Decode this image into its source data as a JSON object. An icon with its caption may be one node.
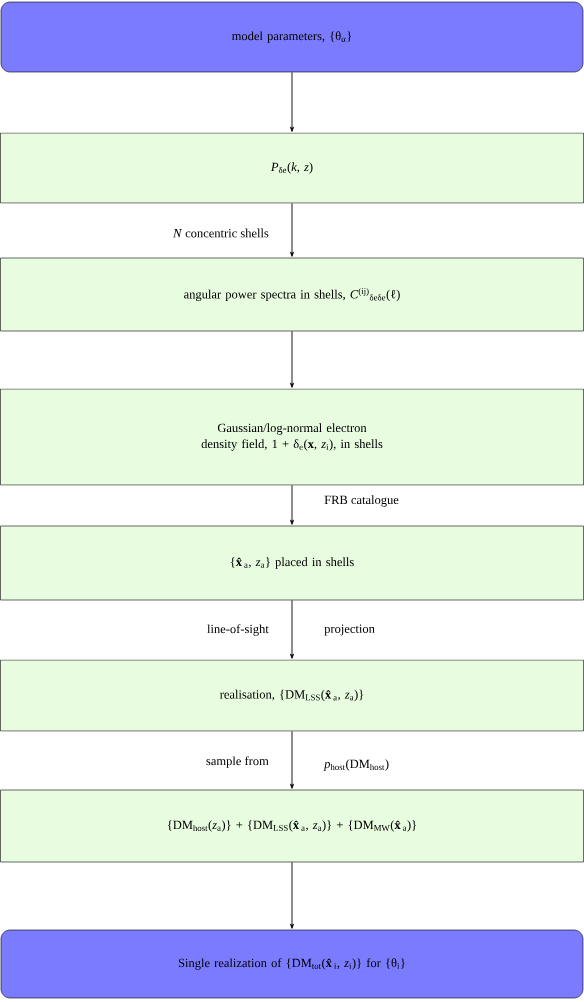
{
  "diagram": {
    "nodes": [
      {
        "text": [
          "model parameters, {θ$_{α}$}"
        ]
      },
      {
        "text": [
          "*P*$_{δe}$(*k*, *z*)"
        ]
      },
      {
        "text": [
          "angular power spectra in shells, *C*$^{(ij)}$$_{δeδe}$(ℓ)"
        ]
      },
      {
        "text": [
          "Gaussian/log-normal electron density field, 1 + δ$_{e}$(**x**, *z*$_{i}$), in shells"
        ]
      },
      {
        "text": [
          "{**x̂**$_{a}$, *z*$_{a}$} placed in shells"
        ]
      },
      {
        "text": [
          "realisation, {DM$_{LSS}$(**x̂**$_{a}$, *z*$_{a}$)}"
        ]
      },
      {
        "text": [
          "{DM$_{host}$(*z*$_{a}$)} + {DM$_{LSS}$(**x̂**$_{a}$, *z*$_{a}$)} + {DM$_{MW}$(**x̂**$_{a}$)}"
        ]
      },
      {
        "text": [
          "Single realization of {DM$_{tot}$(**x̂**$_{i}$, *z*$_{i}$)} for {θ$_{i}$}"
        ]
      }
    ],
    "edges": [
      {
        "from": 0,
        "to": 1,
        "arrow": "to"
      },
      {
        "from": 1,
        "to": 2,
        "arrow": "to"
      },
      {
        "from": 2,
        "to": 3,
        "arrow": "to"
      },
      {
        "from": 3,
        "to": 4,
        "arrow": "to"
      },
      {
        "from": 4,
        "to": 5,
        "arrow": "to"
      },
      {
        "from": 5,
        "to": 6,
        "arrow": "to"
      },
      {
        "from": 6,
        "to": 7,
        "arrow": "to"
      }
    ],
    "labels": [
      "*N* concentric shells",
      "FRB catalogue",
      "line-of-sight",
      "projection",
      "sample from",
      "*p*$_{host}$(DM$_{host}$)"
    ]
  }
}
